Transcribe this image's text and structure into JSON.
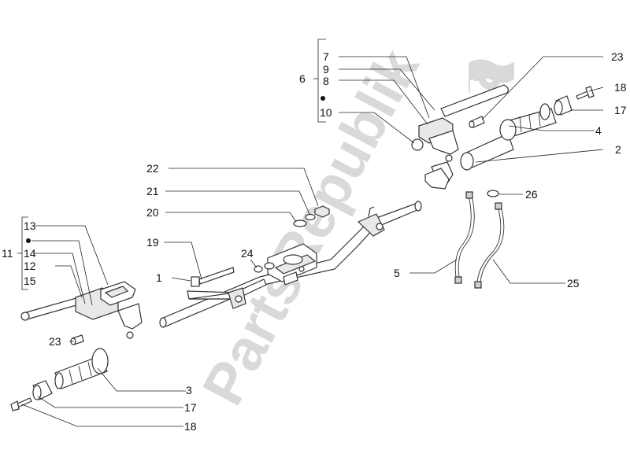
{
  "watermark": "PartsRepublik",
  "callouts": {
    "c1": "1",
    "c2": "2",
    "c3": "3",
    "c4": "4",
    "c5": "5",
    "c6": "6",
    "c7": "7",
    "c8": "8",
    "c9": "9",
    "c10": "10",
    "c11": "11",
    "c12": "12",
    "c13": "13",
    "c14": "14",
    "c15": "15",
    "c17a": "17",
    "c17b": "17",
    "c18a": "18",
    "c18b": "18",
    "c19": "19",
    "c20": "20",
    "c21": "21",
    "c22": "22",
    "c23a": "23",
    "c23b": "23",
    "c24": "24",
    "c25": "25",
    "c26": "26"
  },
  "colors": {
    "line": "#333333",
    "text": "#111111",
    "watermark": "#d9d9d9"
  }
}
